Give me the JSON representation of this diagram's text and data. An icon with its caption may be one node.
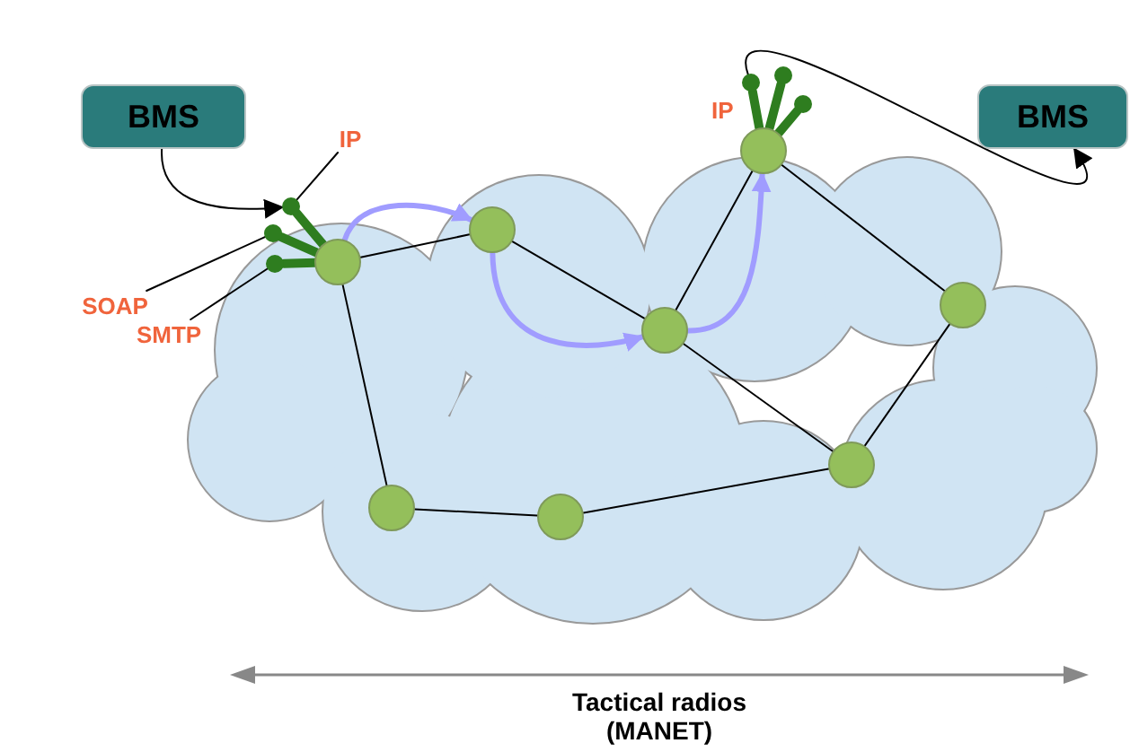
{
  "diagram": {
    "nodes": [
      {
        "text": [
          "BMS"
        ]
      },
      {
        "text": [
          "IP"
        ]
      },
      {
        "text": [
          "SOAP"
        ]
      },
      {
        "text": [
          "SMTP"
        ]
      },
      {
        "text": [],
        "shape": "circle"
      },
      {
        "text": [],
        "shape": "circle"
      },
      {
        "text": [],
        "shape": "circle"
      },
      {
        "text": [],
        "shape": "circle"
      },
      {
        "text": [],
        "shape": "circle"
      },
      {
        "text": [],
        "shape": "circle"
      },
      {
        "text": [
          "BMS"
        ]
      },
      {
        "text": [],
        "shape": "circle"
      },
      {
        "text": [],
        "shape": "circle"
      },
      {
        "text": [],
        "shape": "circle"
      },
      {
        "text": [],
        "shape": "circle"
      },
      {
        "text": [],
        "shape": "circle"
      },
      {
        "text": [],
        "shape": "circle"
      },
      {
        "text": [],
        "shape": "circle"
      },
      {
        "text": [],
        "shape": "circle"
      }
    ],
    "edges": [
      {
        "from": 0,
        "to": 4,
        "arrow": "to"
      },
      {
        "from": 7,
        "to": 10,
        "arrow": "to"
      },
      {
        "from": 1,
        "to": 4,
        "arrow": "none"
      },
      {
        "from": 2,
        "to": 5,
        "arrow": "none"
      },
      {
        "from": 3,
        "to": 6,
        "arrow": "none"
      },
      {
        "from": 4,
        "to": 11,
        "arrow": "none",
        "style": "thick",
        "color": "#2e7d1f"
      },
      {
        "from": 5,
        "to": 11,
        "arrow": "none",
        "style": "thick",
        "color": "#2e7d1f"
      },
      {
        "from": 6,
        "to": 11,
        "arrow": "none",
        "style": "thick",
        "color": "#2e7d1f"
      },
      {
        "from": 7,
        "to": 16,
        "arrow": "none",
        "style": "thick",
        "color": "#2e7d1f"
      },
      {
        "from": 8,
        "to": 16,
        "arrow": "none",
        "style": "thick",
        "color": "#2e7d1f"
      },
      {
        "from": 9,
        "to": 16,
        "arrow": "none",
        "style": "thick",
        "color": "#2e7d1f"
      },
      {
        "from": 11,
        "to": 13,
        "arrow": "none"
      },
      {
        "from": 11,
        "to": 12,
        "arrow": "none"
      },
      {
        "from": 13,
        "to": 15,
        "arrow": "none"
      },
      {
        "from": 15,
        "to": 16,
        "arrow": "none"
      },
      {
        "from": 16,
        "to": 18,
        "arrow": "none"
      },
      {
        "from": 18,
        "to": 17,
        "arrow": "none"
      },
      {
        "from": 15,
        "to": 17,
        "arrow": "none"
      },
      {
        "from": 17,
        "to": 14,
        "arrow": "none"
      },
      {
        "from": 14,
        "to": 12,
        "arrow": "none"
      },
      {
        "from": 11,
        "to": 13,
        "arrow": "to",
        "style": "thick",
        "color": "#a09cff"
      },
      {
        "from": 13,
        "to": 15,
        "arrow": "to",
        "style": "thick",
        "color": "#a09cff"
      },
      {
        "from": 15,
        "to": 16,
        "arrow": "to",
        "style": "thick",
        "color": "#a09cff"
      }
    ],
    "labels": [
      "IP",
      "Tactical radios (MANET)"
    ]
  }
}
